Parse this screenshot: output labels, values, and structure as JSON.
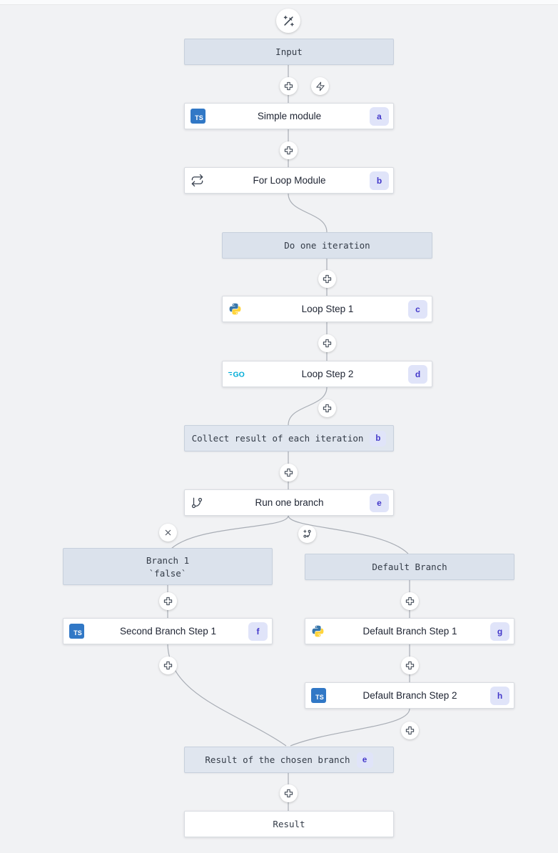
{
  "colors": {
    "background": "#f1f2f4",
    "tinted_node_bg": "#dbe2ec",
    "edge_line": "#a8adb5",
    "badge_bg": "#e0e4f9",
    "badge_text": "#4338ca",
    "typescript_blue": "#3178c6",
    "go_cyan": "#00acd7",
    "python_blue": "#3776ab",
    "python_yellow": "#ffd43b"
  },
  "icons": {
    "wand": "wand-sparkles-icon",
    "plus": "add-step-icon",
    "zap": "lightning-icon",
    "x": "close-icon",
    "branch_add": "add-branch-icon",
    "loop": "repeat-icon",
    "branch": "git-branch-icon",
    "ts_label": "TS",
    "go_label": "GO"
  },
  "nodes": {
    "input": {
      "label": "Input"
    },
    "simple_module": {
      "label": "Simple module",
      "badge": "a"
    },
    "for_loop_module": {
      "label": "For Loop Module",
      "badge": "b"
    },
    "do_one_iteration": {
      "label": "Do one iteration"
    },
    "loop_step_1": {
      "label": "Loop Step 1",
      "badge": "c"
    },
    "loop_step_2": {
      "label": "Loop Step 2",
      "badge": "d"
    },
    "collect_result": {
      "label": "Collect result of each iteration",
      "badge": "b"
    },
    "run_one_branch": {
      "label": "Run one branch",
      "badge": "e"
    },
    "branch_1": {
      "line1": "Branch 1",
      "line2": "`false`"
    },
    "second_branch_step_1": {
      "label": "Second Branch Step 1",
      "badge": "f"
    },
    "default_branch": {
      "label": "Default Branch"
    },
    "default_branch_step_1": {
      "label": "Default Branch Step 1",
      "badge": "g"
    },
    "default_branch_step_2": {
      "label": "Default Branch Step 2",
      "badge": "h"
    },
    "result_of_chosen_branch": {
      "label": "Result of the chosen branch",
      "badge": "e"
    },
    "result": {
      "label": "Result"
    }
  }
}
